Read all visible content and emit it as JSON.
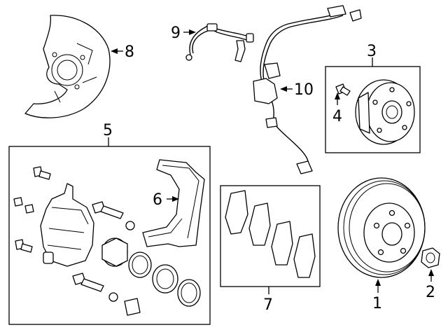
{
  "callouts": {
    "c1": "1",
    "c2": "2",
    "c3": "3",
    "c4": "4",
    "c5": "5",
    "c6": "6",
    "c7": "7",
    "c8": "8",
    "c9": "9",
    "c10": "10"
  },
  "parts": {
    "c1": "brake-rotor",
    "c2": "hub-nut",
    "c3": "hub-bearing-assembly",
    "c4": "hub-bolt",
    "c5": "caliper-assembly",
    "c6": "caliper-support-bracket",
    "c7": "brake-pads",
    "c8": "dust-shield",
    "c9": "brake-hose",
    "c10": "abs-wheel-speed-sensor"
  },
  "colors": {
    "line": "#000000",
    "background": "#ffffff"
  }
}
